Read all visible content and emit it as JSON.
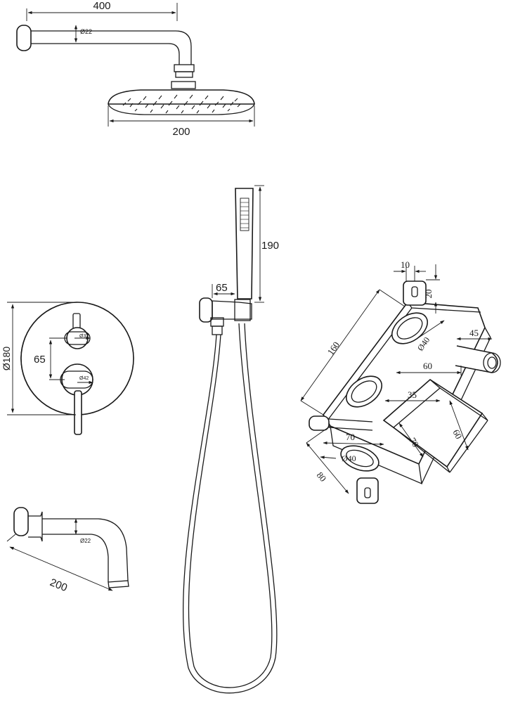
{
  "shower_arm": {
    "length": "400",
    "diameter": "Ø22"
  },
  "shower_head": {
    "width": "200"
  },
  "hand_shower": {
    "height": "190",
    "holder": "65"
  },
  "mixer_plate": {
    "diameter": "Ø180",
    "spacing": "65",
    "small_knob": "Ø32",
    "large_knob": "Ø42"
  },
  "spout": {
    "length": "200",
    "diameter": "Ø22"
  },
  "valve_box": {
    "d10": "10",
    "d20": "20",
    "d160": "160",
    "d40_top": "Ø40",
    "d45": "45",
    "d60_top": "60",
    "d35": "35",
    "d70_a": "70",
    "d70_b": "70",
    "d60_side": "60",
    "d40_bottom": "Ø40",
    "d80": "80"
  }
}
